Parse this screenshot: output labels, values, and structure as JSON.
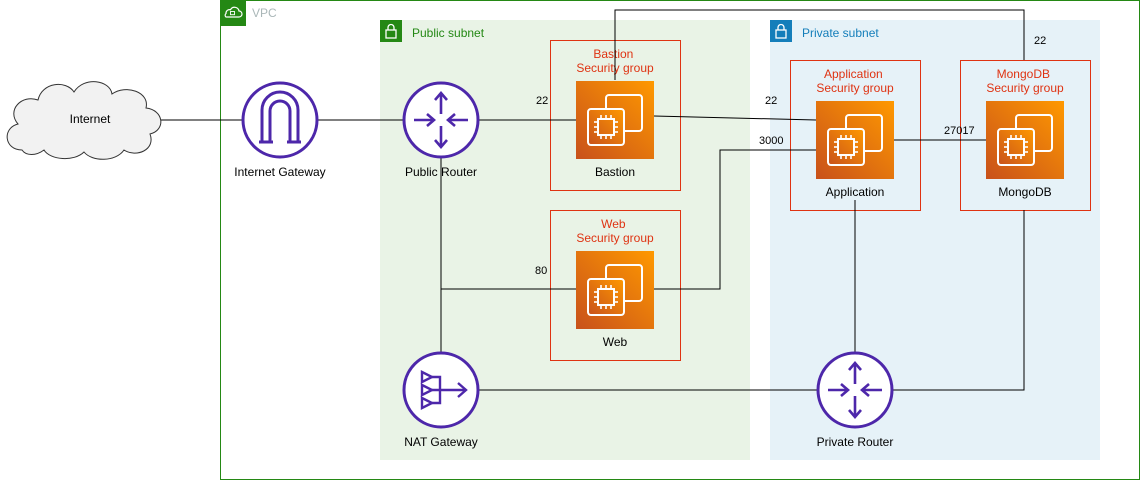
{
  "colors": {
    "vpc": "#248814",
    "vpc_label": "#AAB7B8",
    "public_subnet_fill": "#E9F3E6",
    "public_subnet_accent": "#248814",
    "private_subnet_fill": "#E6F2F8",
    "private_subnet_accent": "#147EBA",
    "security_group": "#DF3312",
    "router_purple": "#4D27AA",
    "ec2_orange": "#ED7100",
    "line": "#000000"
  },
  "groups": {
    "vpc_label": "VPC",
    "public_subnet_label": "Public subnet",
    "private_subnet_label": "Private subnet"
  },
  "security_groups": {
    "bastion": [
      "Bastion",
      "Security group"
    ],
    "web": [
      "Web",
      "Security group"
    ],
    "application": [
      "Application",
      "Security group"
    ],
    "mongodb": [
      "MongoDB",
      "Security group"
    ]
  },
  "nodes": {
    "internet": "Internet",
    "internet_gateway": "Internet Gateway",
    "public_router": "Public Router",
    "nat_gateway": "NAT Gateway",
    "private_router": "Private Router",
    "bastion": "Bastion",
    "web": "Web",
    "application": "Application",
    "mongodb": "MongoDB"
  },
  "ports": {
    "bastion_in": "22",
    "app_from_bastion": "22",
    "mongo_from_bastion": "22",
    "web_in": "80",
    "app_from_web": "3000",
    "mongo_from_app": "27017"
  },
  "icons": [
    "cloud-icon",
    "internet-gateway-icon",
    "router-icon",
    "nat-gateway-icon",
    "ec2-instance-icon",
    "lock-icon",
    "vpc-cloud-icon"
  ]
}
